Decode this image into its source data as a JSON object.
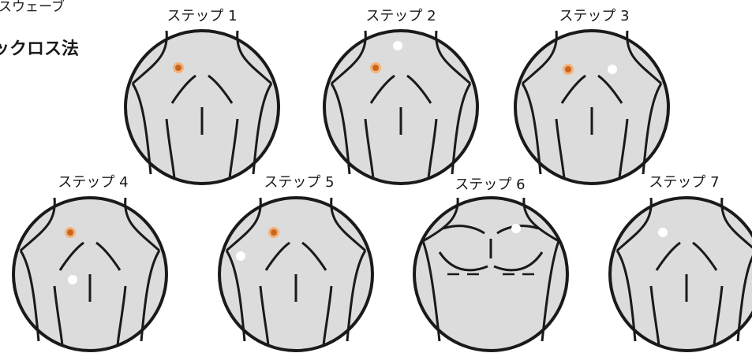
{
  "header": {
    "cut_text": "スウェーブ",
    "heading": "ックロス法"
  },
  "steps": [
    {
      "label": "ステップ 1",
      "view": "back"
    },
    {
      "label": "ステップ 2",
      "view": "back"
    },
    {
      "label": "ステップ 3",
      "view": "back"
    },
    {
      "label": "ステップ 4",
      "view": "back"
    },
    {
      "label": "ステップ 5",
      "view": "back"
    },
    {
      "label": "ステップ 6",
      "view": "front"
    },
    {
      "label": "ステップ 7",
      "view": "back"
    }
  ],
  "colors": {
    "skin": "#dcdcdc",
    "outline": "#1a1a1a",
    "marker_orange": "#c8661e",
    "marker_white": "#ffffff"
  }
}
